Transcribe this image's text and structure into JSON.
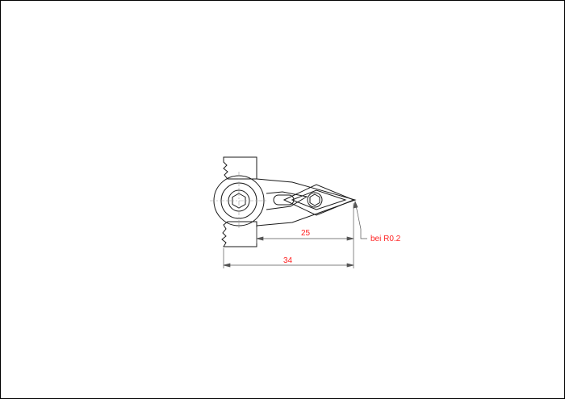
{
  "drawing": {
    "dimensions": {
      "inner_length": "25",
      "overall_length": "34",
      "tip_note": "bei R0.2"
    }
  },
  "colors": {
    "outline": "#1a1a1a",
    "dimension_text": "#ff1f1f",
    "dimension_line": "#555555",
    "border": "#000000"
  }
}
